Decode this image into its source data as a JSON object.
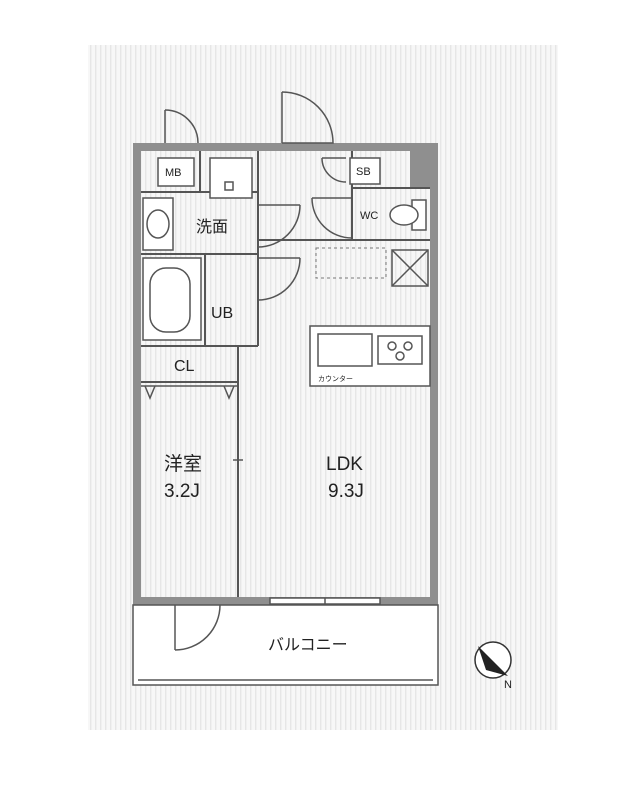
{
  "rooms": {
    "mb": "MB",
    "sb": "SB",
    "washroom": "洗面",
    "wc": "WC",
    "ub": "UB",
    "cl": "CL",
    "western_name": "洋室",
    "western_size": "3.2J",
    "ldk_name": "LDK",
    "ldk_size": "9.3J",
    "counter": "カウンター",
    "balcony": "バルコニー"
  },
  "compass": {
    "letter": "N"
  },
  "colors": {
    "wall": "#8a8a8a",
    "floor_stripe": "#ececec",
    "line": "#444444"
  }
}
